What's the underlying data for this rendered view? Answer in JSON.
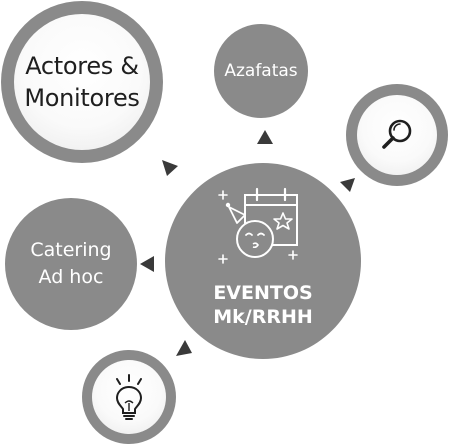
{
  "nodes": {
    "actores": {
      "line1": "Actores &",
      "line2": "Monitores"
    },
    "azafatas": {
      "label": "Azafatas"
    },
    "catering": {
      "line1": "Catering",
      "line2": "Ad hoc"
    },
    "center": {
      "line1": "EVENTOS",
      "line2": "Mk/RRHH"
    },
    "search": {
      "icon": "magnifier-icon"
    },
    "idea": {
      "icon": "lightbulb-icon"
    }
  },
  "colors": {
    "node_fill": "#8a8a8a",
    "ring_inner": "#f7f7f7",
    "text_dark": "#1f1f1f",
    "arrow": "#3a3a3a"
  }
}
